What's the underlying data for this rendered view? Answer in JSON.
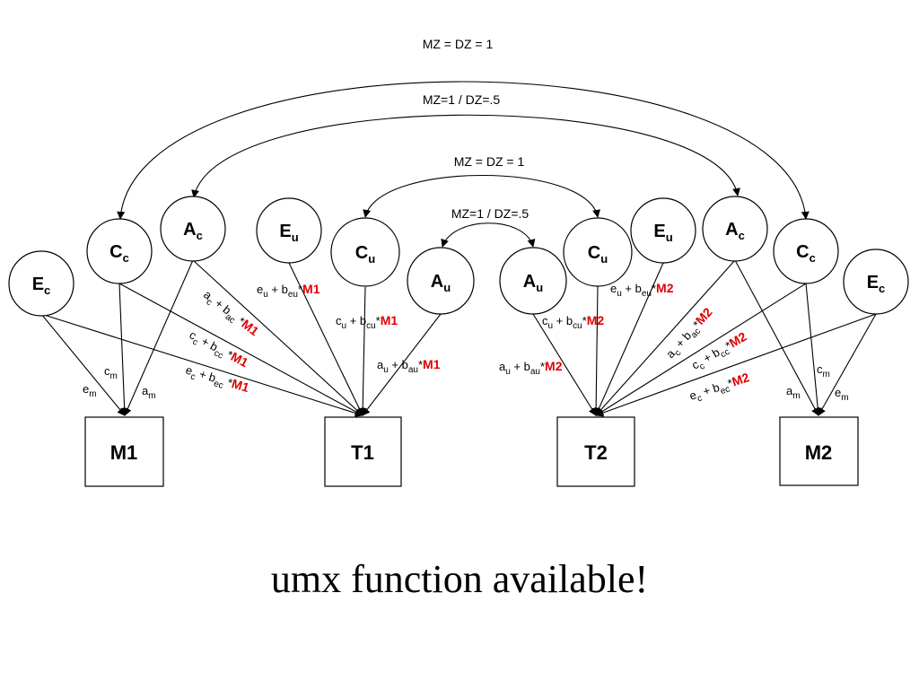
{
  "correlations": {
    "outer_c": "MZ = DZ = 1",
    "outer_a": "MZ=1 / DZ=.5",
    "inner_c": "MZ = DZ = 1",
    "inner_a": "MZ=1  / DZ=.5"
  },
  "nodes": {
    "ec_left": {
      "main": "E",
      "sub": "c"
    },
    "cc_left": {
      "main": "C",
      "sub": "c"
    },
    "ac_left": {
      "main": "A",
      "sub": "c"
    },
    "eu_left": {
      "main": "E",
      "sub": "u"
    },
    "cu_left": {
      "main": "C",
      "sub": "u"
    },
    "au_left": {
      "main": "A",
      "sub": "u"
    },
    "au_right": {
      "main": "A",
      "sub": "u"
    },
    "cu_right": {
      "main": "C",
      "sub": "u"
    },
    "eu_right": {
      "main": "E",
      "sub": "u"
    },
    "ac_right": {
      "main": "A",
      "sub": "c"
    },
    "cc_right": {
      "main": "C",
      "sub": "c"
    },
    "ec_right": {
      "main": "E",
      "sub": "c"
    }
  },
  "boxes": {
    "m1": "M1",
    "t1": "T1",
    "t2": "T2",
    "m2": "M2"
  },
  "paths": {
    "em_left": {
      "a": "e",
      "a_sub": "m"
    },
    "cm_left": {
      "a": "c",
      "a_sub": "m"
    },
    "am_left": {
      "a": "a",
      "a_sub": "m"
    },
    "am_right": {
      "a": "a",
      "a_sub": "m"
    },
    "cm_right": {
      "a": "c",
      "a_sub": "m"
    },
    "em_right": {
      "a": "e",
      "a_sub": "m"
    },
    "ac_t1": {
      "a": "a",
      "a_sub": "c",
      "op": " + b",
      "b_sub": "ac",
      "star": " *",
      "mod": "M1"
    },
    "cc_t1": {
      "a": "c",
      "a_sub": "c",
      "op": " + b",
      "b_sub": "cc",
      "star": " *",
      "mod": "M1"
    },
    "ec_t1": {
      "a": "e",
      "a_sub": "c",
      "op": " + b",
      "b_sub": "ec",
      "star": " *",
      "mod": "M1"
    },
    "eu_t1": {
      "a": "e",
      "a_sub": "u",
      "op": " + b",
      "b_sub": "eu",
      "star": "*",
      "mod": "M1"
    },
    "cu_t1": {
      "a": "c",
      "a_sub": "u",
      "op": " + b",
      "b_sub": "cu",
      "star": "*",
      "mod": "M1"
    },
    "au_t1": {
      "a": "a",
      "a_sub": "u",
      "op": " + b",
      "b_sub": "au",
      "star": "*",
      "mod": "M1"
    },
    "au_t2": {
      "a": "a",
      "a_sub": "u",
      "op": " + b",
      "b_sub": "au",
      "star": "*",
      "mod": "M2"
    },
    "cu_t2": {
      "a": "c",
      "a_sub": "u",
      "op": " + b",
      "b_sub": "cu",
      "star": "*",
      "mod": "M2"
    },
    "eu_t2": {
      "a": "e",
      "a_sub": "u",
      "op": " + b",
      "b_sub": "eu",
      "star": "*",
      "mod": "M2"
    },
    "ac_t2": {
      "a": "a",
      "a_sub": "c",
      "op": " + b",
      "b_sub": "ac",
      "star": "*",
      "mod": "M2"
    },
    "cc_t2": {
      "a": "c",
      "a_sub": "c",
      "op": " + b",
      "b_sub": "cc",
      "star": "*",
      "mod": "M2"
    },
    "ec_t2": {
      "a": "e",
      "a_sub": "c",
      "op": " + b",
      "b_sub": "ec",
      "star": "*",
      "mod": "M2"
    }
  },
  "colors": {
    "moderator": "#e00000"
  },
  "caption": "umx function available!"
}
